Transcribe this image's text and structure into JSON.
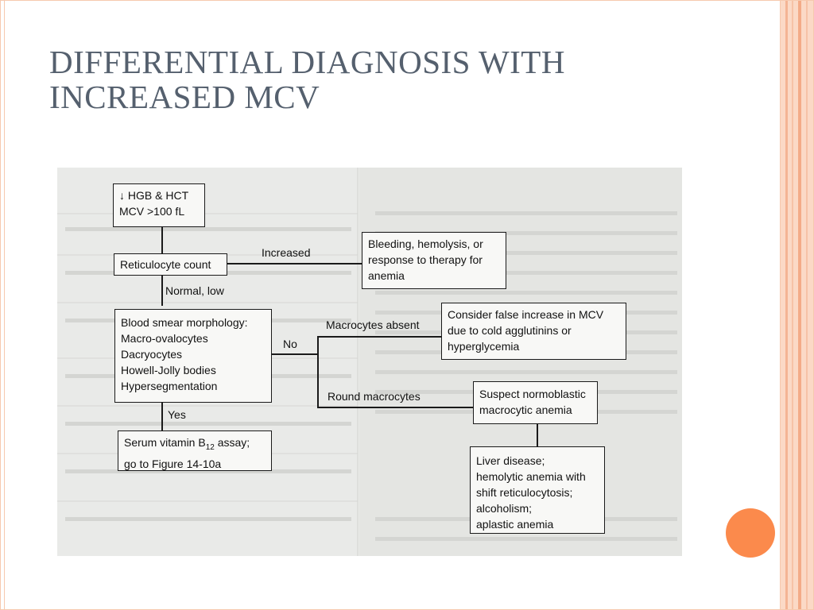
{
  "slide": {
    "title_line1": "DIFFERENTIAL DIAGNOSIS WITH",
    "title_line2": "INCREASED MCV",
    "accent_color": "#fb8a4c",
    "frame_color": "#f6c9ae"
  },
  "flowchart": {
    "nodes": {
      "start_line1": "↓ HGB & HCT",
      "start_line2": "MCV >100 fL",
      "retic": "Reticulocyte count",
      "bleeding": [
        "Bleeding, hemolysis, or",
        "response to therapy for",
        "anemia"
      ],
      "smear": [
        "Blood smear morphology:",
        "Macro-ovalocytes",
        "Dacryocytes",
        "Howell-Jolly bodies",
        "Hypersegmentation"
      ],
      "false_increase": [
        "Consider false increase in MCV",
        "due to cold agglutinins or",
        "hyperglycemia"
      ],
      "normoblastic": [
        "Suspect normoblastic",
        "macrocytic anemia"
      ],
      "b12_line1_pre": "Serum vitamin B",
      "b12_line1_sub": "12",
      "b12_line1_post": " assay;",
      "b12_line2": "go to Figure 14-10a",
      "liver": [
        "Liver disease;",
        "hemolytic anemia with",
        "shift reticulocytosis;",
        "alcoholism;",
        "aplastic anemia"
      ]
    },
    "edges": {
      "increased": "Increased",
      "normal_low": "Normal, low",
      "macrocytes_absent": "Macrocytes absent",
      "no": "No",
      "round_macrocytes": "Round macrocytes",
      "yes": "Yes"
    }
  }
}
